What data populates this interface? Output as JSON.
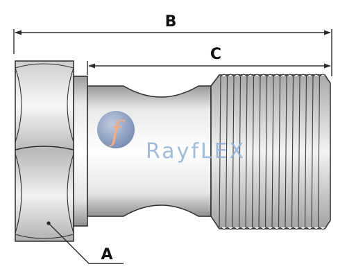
{
  "diagram": {
    "dimension_labels": {
      "b": "B",
      "c": "C",
      "a": "A"
    },
    "watermark": {
      "logo_letter": "f",
      "brand_text": "RayfLEX",
      "colors": {
        "logo_blue": "#6f86b2",
        "text_orange": "#f0a478",
        "text_blue": "#8fb0d8"
      }
    },
    "colors": {
      "line": "#2b2b2b",
      "metal_light": "#f4f4f4",
      "metal_mid": "#bdbdbd",
      "metal_dark": "#6e6e6e"
    }
  }
}
